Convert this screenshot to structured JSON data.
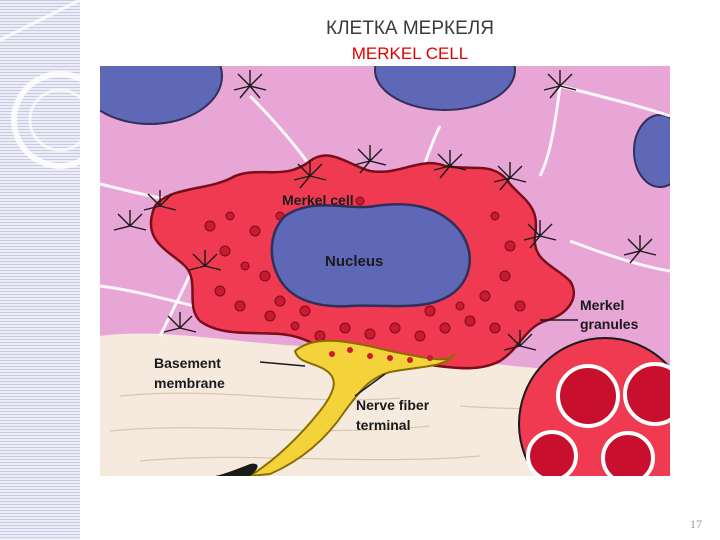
{
  "title_ru": "КЛЕТКА МЕРКЕЛЯ",
  "title_en": "MERKEL CELL",
  "labels": {
    "merkel_cell": "Merkel cell",
    "nucleus": "Nucleus",
    "merkel_granules_1": "Merkel",
    "merkel_granules_2": "granules",
    "basement_membrane_1": "Basement",
    "basement_membrane_2": "membrane",
    "nerve_fiber_1": "Nerve fiber",
    "nerve_fiber_2": "terminal"
  },
  "page_number": "17",
  "colors": {
    "epidermis": "#e7a6d6",
    "dermis": "#f5eadd",
    "merkel_cell": "#f03a52",
    "granule": "#c81a30",
    "nucleus": "#5f68b6",
    "nerve": "#f4d23a",
    "title_en": "#e00000"
  }
}
